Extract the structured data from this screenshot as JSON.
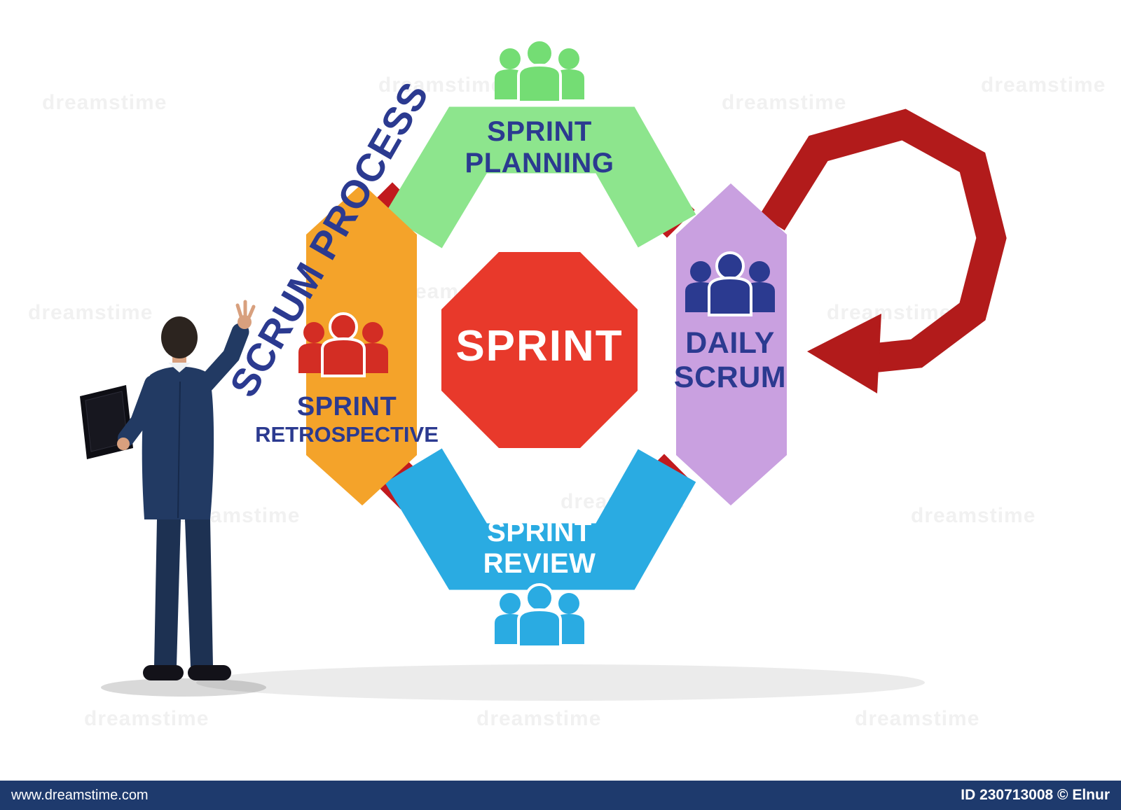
{
  "title": "SCRUM PROCESS",
  "center": {
    "label": "SPRINT",
    "color": "#e8392b"
  },
  "steps": [
    {
      "name": "sprint-planning",
      "line1": "SPRINT",
      "line2": "PLANNING",
      "color": "#8de58d",
      "icon_color": "#74dd74"
    },
    {
      "name": "daily-scrum",
      "line1": "DAILY",
      "line2": "SCRUM",
      "color": "#c9a0e0",
      "icon_color": "#2b3a90"
    },
    {
      "name": "sprint-review",
      "line1": "SPRINT",
      "line2": "REVIEW",
      "color": "#2aabe2",
      "icon_color": "#2aabe2"
    },
    {
      "name": "sprint-retrospective",
      "line1": "SPRINT",
      "line2": "RETROSPECTIVE",
      "color": "#f4a32a",
      "icon_color": "#d32d24"
    }
  ],
  "colors": {
    "loop_arrow": "#b21b1b",
    "connector": "#c11a1e",
    "label_navy": "#2b3a90",
    "footer_background": "#1e3a6d"
  },
  "watermark": {
    "text": "dreamstime"
  },
  "footer": {
    "site": "www.dreamstime.com",
    "credit": "ID 230713008 © Elnur"
  }
}
